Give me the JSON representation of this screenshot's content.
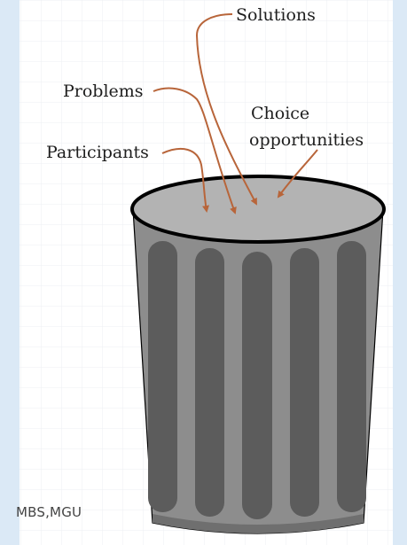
{
  "labels": {
    "solutions": "Solutions",
    "problems": "Problems",
    "choice_line1": "Choice",
    "choice_line2": "opportunities",
    "participants": "Participants"
  },
  "credit": "MBS,MGU",
  "colors": {
    "arrow": "#b8653a",
    "can_body": "#8d8d8d",
    "can_lid_fill": "#b3b3b3",
    "can_stripe": "#5c5c5c",
    "can_outline": "#000000",
    "side_strip": "#dbe9f6"
  }
}
